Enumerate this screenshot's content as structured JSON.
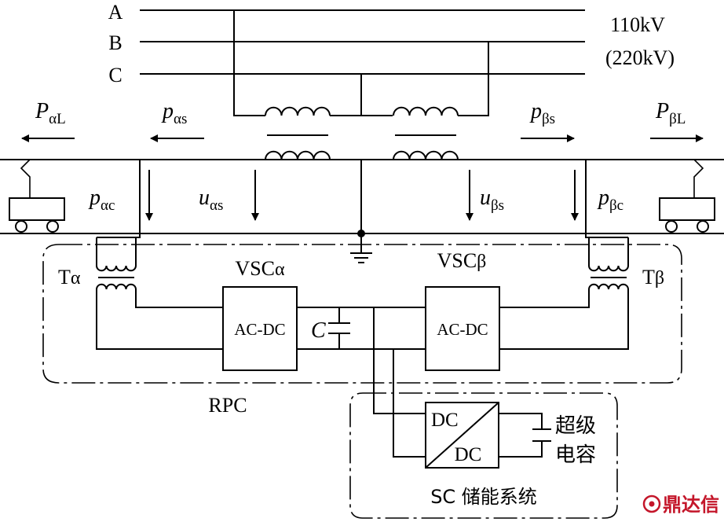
{
  "phases": {
    "a": "A",
    "b": "B",
    "c": "C"
  },
  "grid": {
    "voltage": "110kV",
    "voltage_alt": "(220kV)"
  },
  "power": {
    "p_alpha_load": {
      "sym": "P",
      "sub": "αL"
    },
    "p_alpha_s": {
      "sym": "p",
      "sub": "αs"
    },
    "p_beta_s": {
      "sym": "p",
      "sub": "βs"
    },
    "p_beta_load": {
      "sym": "P",
      "sub": "βL"
    },
    "p_alpha_c": {
      "sym": "p",
      "sub": "αc"
    },
    "p_beta_c": {
      "sym": "p",
      "sub": "βc"
    }
  },
  "voltages": {
    "u_alpha_s": {
      "sym": "u",
      "sub": "αs"
    },
    "u_beta_s": {
      "sym": "u",
      "sub": "βs"
    }
  },
  "transformers": {
    "t_alpha": {
      "sym": "T",
      "sub": "α"
    },
    "t_beta": {
      "sym": "T",
      "sub": "β"
    }
  },
  "converters": {
    "vsc_alpha": {
      "name": "VSC",
      "sub": "α",
      "label": "AC-DC"
    },
    "vsc_beta": {
      "name": "VSC",
      "sub": "β",
      "label": "AC-DC"
    },
    "dcdc_top": "DC",
    "dcdc_bottom": "DC"
  },
  "capacitor": "C",
  "rpc_label": "RPC",
  "sc": {
    "label_line1": "超级",
    "label_line2": "电容",
    "system": "SC 储能系统"
  },
  "watermark": {
    "text": "鼎达信",
    "color": "#c4162a"
  }
}
